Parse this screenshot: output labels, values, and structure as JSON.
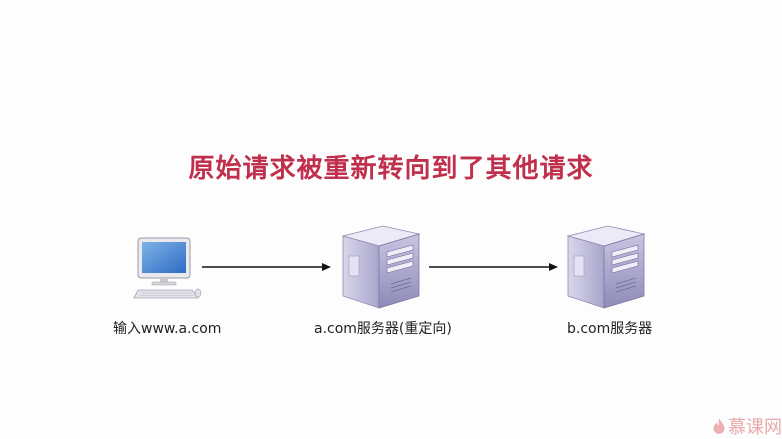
{
  "title": "原始请求被重新转向到了其他请求",
  "nodes": [
    {
      "label": "输入www.a.com",
      "icon": "computer-icon"
    },
    {
      "label": "a.com服务器(重定向)",
      "icon": "server-icon"
    },
    {
      "label": "b.com服务器",
      "icon": "server-icon"
    }
  ],
  "watermark": {
    "text": "慕课网",
    "icon": "flame-logo-icon"
  },
  "colors": {
    "title": "#c0304d",
    "server_body": "#b9b6d6",
    "arrow": "#111111"
  }
}
